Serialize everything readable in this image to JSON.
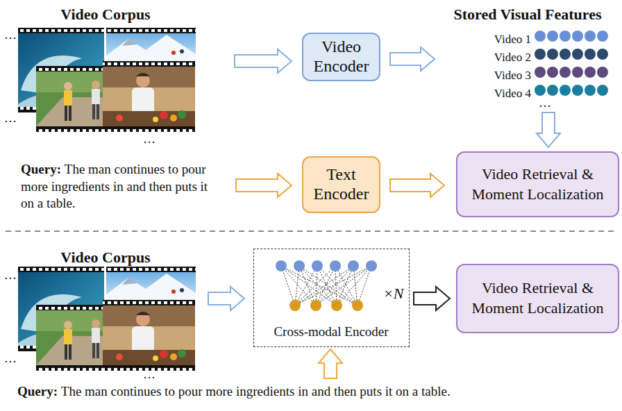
{
  "diagram": {
    "nodes": [
      {
        "text": [
          "Video Corpus"
        ]
      },
      {
        "text": [
          "Video Encoder"
        ]
      },
      {
        "text": [
          "Stored Visual Features",
          "Video 1",
          "Video 2",
          "Video 3",
          "Video 4"
        ]
      },
      {
        "text": [
          "Text Encoder"
        ]
      },
      {
        "text": [
          "Video Retrieval & Moment Localization"
        ]
      },
      {
        "text": [
          "Video Corpus"
        ]
      },
      {
        "text": [
          "×N",
          "Cross-modal Encoder"
        ]
      },
      {
        "text": [
          "Video Retrieval & Moment Localization"
        ]
      }
    ],
    "edges": [
      {
        "from": 0,
        "to": 1,
        "arrow": "to"
      },
      {
        "from": 1,
        "to": 2,
        "arrow": "to"
      },
      {
        "from": 2,
        "to": 4,
        "arrow": "to"
      },
      {
        "from": 3,
        "to": 4,
        "arrow": "to"
      },
      {
        "from": 5,
        "to": 6,
        "arrow": "to"
      },
      {
        "from": 6,
        "to": 7,
        "arrow": "to"
      }
    ],
    "labels": [
      "…",
      "…",
      "…",
      "…",
      "Query:",
      "The man continues to pour more ingredients in and then puts it on a table.",
      "…",
      "…",
      "…",
      "Query:",
      "The man continues to pour more ingredients in and then puts it on a table."
    ]
  }
}
